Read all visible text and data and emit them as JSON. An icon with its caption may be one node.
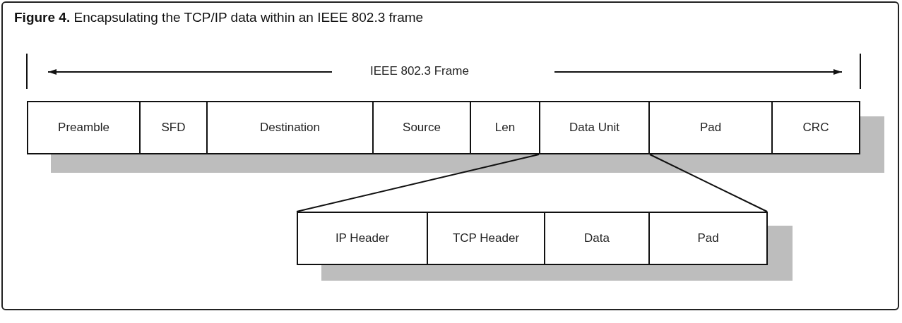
{
  "diagram": {
    "title": "**Figure 4.** Encapsulating the TCP/IP data within an IEEE 802.3 frame",
    "nodes": [
      {
        "text": [
          "Preamble"
        ]
      },
      {
        "text": [
          "SFD"
        ]
      },
      {
        "text": [
          "Destination"
        ]
      },
      {
        "text": [
          "Source"
        ]
      },
      {
        "text": [
          "Len"
        ]
      },
      {
        "text": [
          "Data Unit"
        ]
      },
      {
        "text": [
          "Pad"
        ]
      },
      {
        "text": [
          "CRC"
        ]
      },
      {
        "text": [
          "IP Header"
        ]
      },
      {
        "text": [
          "TCP Header"
        ]
      },
      {
        "text": [
          "Data"
        ]
      },
      {
        "text": [
          "Pad"
        ]
      }
    ],
    "edges": [
      {
        "from": 5,
        "to": 8,
        "arrow": "none"
      },
      {
        "from": 5,
        "to": 11,
        "arrow": "none"
      }
    ],
    "labels": [
      "IEEE 802.3 Frame"
    ]
  }
}
